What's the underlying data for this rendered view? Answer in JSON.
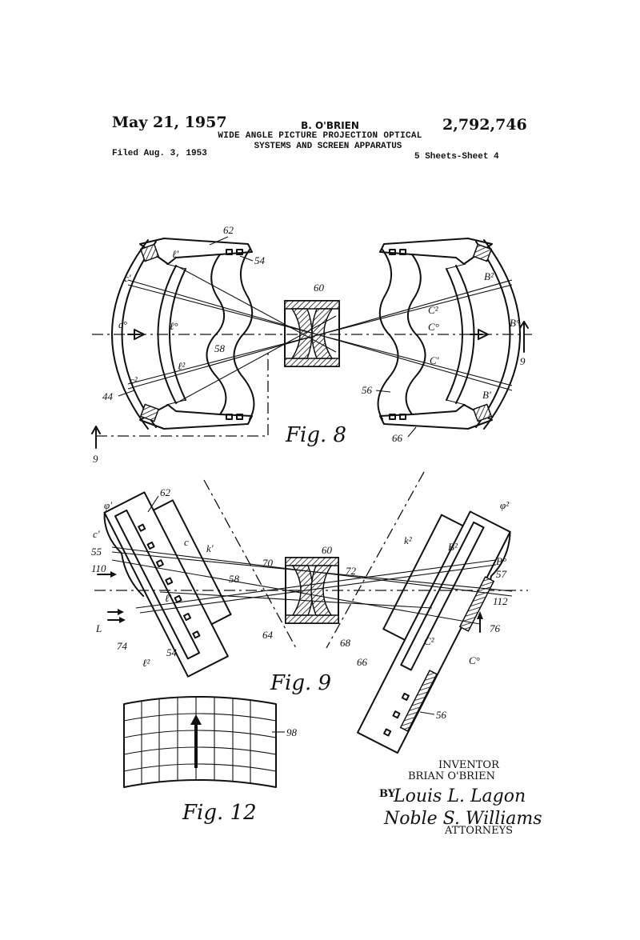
{
  "header": {
    "date": "May 21, 1957",
    "inventor": "B. O'BRIEN",
    "title_line1": "WIDE ANGLE PICTURE PROJECTION OPTICAL",
    "title_line2": "SYSTEMS AND SCREEN APPARATUS",
    "patent_number": "2,792,746",
    "filed": "Filed Aug. 3, 1953",
    "sheets": "5 Sheets-Sheet 4"
  },
  "fig8": {
    "caption": "Fig. 8",
    "labels": {
      "l62": "62",
      "l54": "54",
      "l60": "60",
      "l58": "58",
      "l44": "44",
      "l56": "56",
      "l66": "66",
      "c1": "c'",
      "c0": "c°",
      "c2": "c²",
      "l1": "ℓ'",
      "l0": "ℓ°",
      "l2": "ℓ²",
      "B2": "B²",
      "C2": "C²",
      "C0": "C°",
      "B0": "B°",
      "C1": "C'",
      "B1": "B'",
      "sec_a": "9",
      "sec_b": "9"
    }
  },
  "fig9": {
    "caption": "Fig. 9",
    "labels": {
      "phi1": "φ'",
      "phi2": "φ²",
      "l62": "62",
      "l60": "60",
      "k1": "k'",
      "k2": "k²",
      "c1": "c'",
      "l55": "55",
      "l110": "110",
      "l70": "70",
      "l72": "72",
      "l58": "58",
      "lc": "c",
      "L": "L",
      "l74": "74",
      "l54": "54",
      "l64": "64",
      "l68": "68",
      "l1": "ℓ'",
      "l2": "ℓ²",
      "B2": "B²",
      "B0": "B°",
      "l57": "57",
      "l112": "112",
      "l76": "76",
      "C2": "C²",
      "C0": "C°",
      "l66": "66",
      "l56": "56"
    }
  },
  "fig12": {
    "caption": "Fig. 12",
    "l98": "98"
  },
  "signature": {
    "inventor_heading": "INVENTOR",
    "inventor_name": "BRIAN   O'BRIEN",
    "by": "BY",
    "sig1": "Louis L. Lagon",
    "sig2": "Noble S. Williams",
    "attorneys": "ATTORNEYS"
  }
}
